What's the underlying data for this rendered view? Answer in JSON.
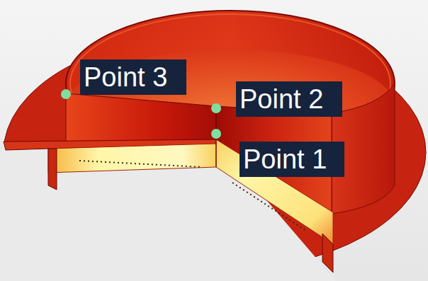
{
  "diagram": {
    "labels": [
      "Point 3",
      "Point 2",
      "Point 1"
    ]
  }
}
